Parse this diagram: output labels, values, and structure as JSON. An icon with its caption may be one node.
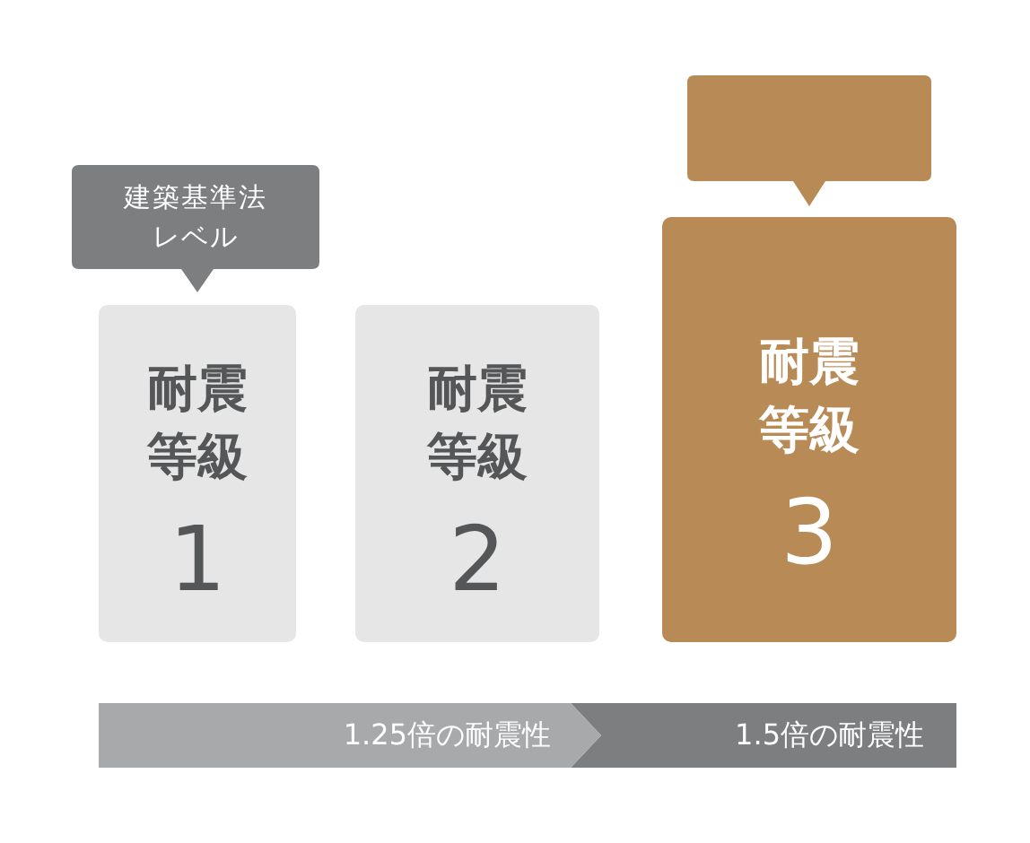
{
  "diagram": {
    "nodes": [
      {
        "text": [],
        "shape": "box"
      },
      {
        "text": [
          "建築基準法レベル"
        ]
      },
      {
        "text": [
          "耐震等級",
          "1"
        ]
      },
      {
        "text": [
          "耐震等級",
          "2"
        ]
      },
      {
        "text": [
          "耐震等級",
          "3"
        ]
      },
      {
        "text": [
          "1.25倍の耐震性"
        ]
      },
      {
        "text": [
          "1.5倍の耐震性"
        ]
      }
    ]
  }
}
